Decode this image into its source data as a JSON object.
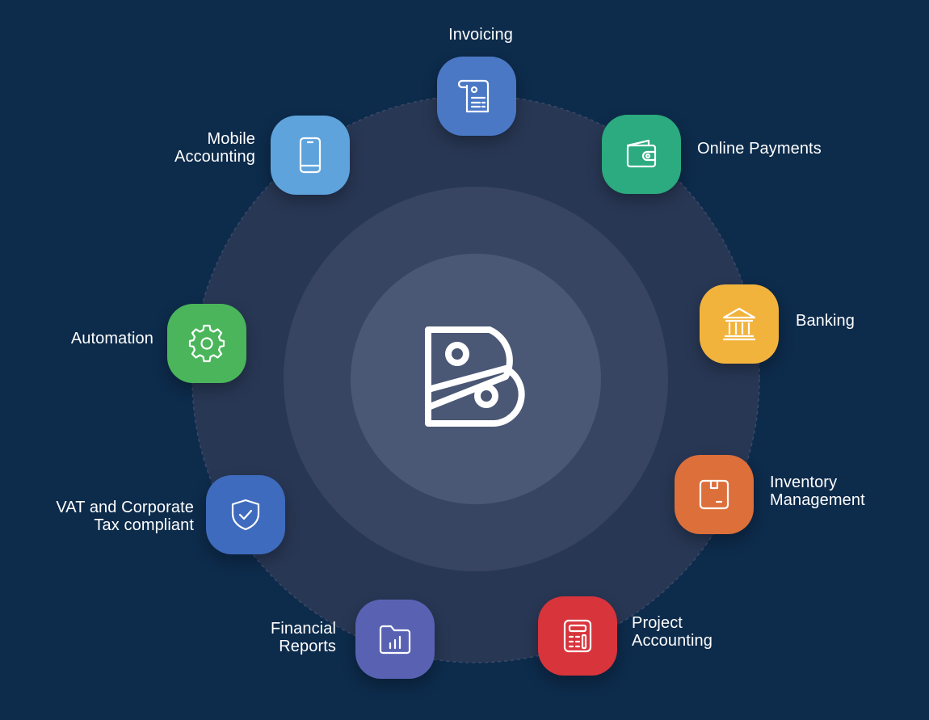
{
  "colors": {
    "background": "#0d2b4b",
    "outer_ring": "#283754",
    "middle_ring": "#374562",
    "inner_disc": "#4a5775"
  },
  "center": {
    "icon": "books-logo-icon"
  },
  "features": [
    {
      "id": "invoicing",
      "label": "Invoicing",
      "icon": "invoice-icon",
      "color": "#4a78c4"
    },
    {
      "id": "online-payments",
      "label": "Online Payments",
      "icon": "wallet-icon",
      "color": "#2bab7f"
    },
    {
      "id": "banking",
      "label": "Banking",
      "icon": "bank-icon",
      "color": "#f2b33d"
    },
    {
      "id": "inventory-management",
      "label": "Inventory Management",
      "line1": "Inventory",
      "line2": "Management",
      "icon": "box-icon",
      "color": "#dc6f3a"
    },
    {
      "id": "project-accounting",
      "label": "Project Accounting",
      "line1": "Project",
      "line2": "Accounting",
      "icon": "calculator-icon",
      "color": "#d8343b"
    },
    {
      "id": "financial-reports",
      "label": "Financial Reports",
      "line1": "Financial",
      "line2": "Reports",
      "icon": "report-folder-icon",
      "color": "#5962b2"
    },
    {
      "id": "vat-compliance",
      "label": "VAT and Corporate Tax compliant",
      "line1": "VAT and Corporate",
      "line2": "Tax compliant",
      "icon": "shield-check-icon",
      "color": "#3e6bbd"
    },
    {
      "id": "automation",
      "label": "Automation",
      "icon": "gear-icon",
      "color": "#4ab55b"
    },
    {
      "id": "mobile-accounting",
      "label": "Mobile Accounting",
      "line1": "Mobile",
      "line2": "Accounting",
      "icon": "mobile-phone-icon",
      "color": "#5ea3dc"
    }
  ]
}
